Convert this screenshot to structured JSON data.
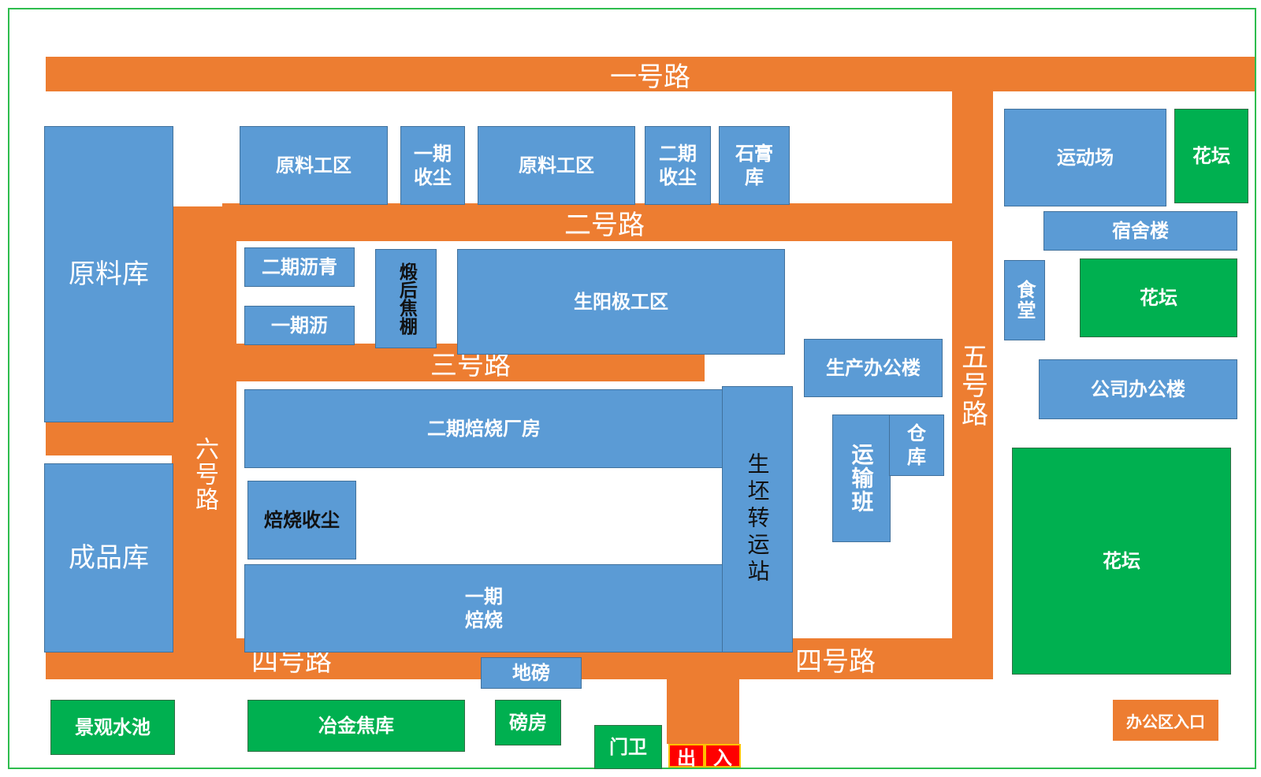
{
  "roads": {
    "road1": "一号路",
    "road2": "二号路",
    "road3": "三号路",
    "road4_left": "四号路",
    "road4_right": "四号路",
    "road5": "五号路",
    "road6": "六号路"
  },
  "buildings": {
    "raw_warehouse": "原料库",
    "finished_warehouse": "成品库",
    "raw_area_1": "原料工区",
    "dust_1_line1": "一期",
    "dust_1_line2": "收尘",
    "raw_area_2": "原料工区",
    "dust_2_line1": "二期",
    "dust_2_line2": "收尘",
    "gypsum_line1": "石膏",
    "gypsum_line2": "库",
    "asphalt_2": "二期沥青",
    "asphalt_1": "一期沥",
    "calcined_coke_shed": "煅后焦棚",
    "green_anode_area": "生阳极工区",
    "baking_plant_2": "二期焙烧厂房",
    "baking_dust": "焙烧收尘",
    "baking_1_line1": "一期",
    "baking_1_line2": "焙烧",
    "green_transfer_station": "生坯转运站",
    "production_office": "生产办公楼",
    "transport_team": "运输班",
    "storehouse_line1": "仓",
    "storehouse_line2": "库",
    "weighbridge": "地磅",
    "sports_field": "运动场",
    "dormitory": "宿舍楼",
    "canteen": "食堂",
    "company_office": "公司办公楼"
  },
  "green": {
    "flowerbed_1": "花坛",
    "flowerbed_2": "花坛",
    "flowerbed_3": "花坛",
    "landscape_pool": "景观水池",
    "coke_warehouse": "冶金焦库",
    "scale_house": "磅房",
    "guard": "门卫"
  },
  "gate": {
    "exit": "出",
    "entry": "入",
    "office_entrance": "办公区入口"
  },
  "colors": {
    "road": "#ed7d31",
    "building": "#5b9bd5",
    "green_area": "#00b050",
    "gate": "#ff0000",
    "frame": "#2ebd4e"
  }
}
